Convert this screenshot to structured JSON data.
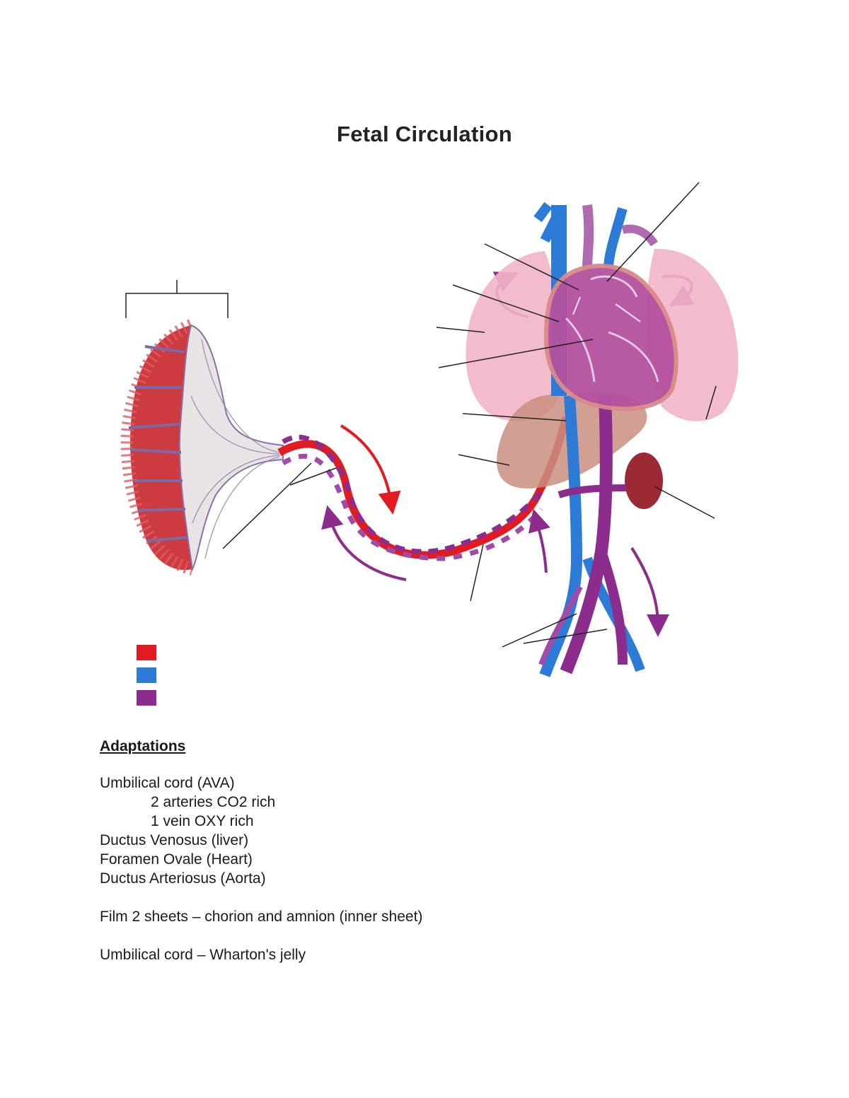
{
  "title": "Fetal Circulation",
  "legend": {
    "swatch_colors": [
      "#e21b22",
      "#2c7bd6",
      "#8c2c8c"
    ]
  },
  "colors": {
    "oxygenated": "#e21b22",
    "deoxygenated": "#2c7bd6",
    "mixed": "#8c2c8c",
    "lung": "#f2b5c8",
    "liver": "#c98f80",
    "placenta_tissue": "#c7262b",
    "heart": "#b5519f"
  },
  "notes": {
    "heading": "Adaptations",
    "umbilical_cord": "Umbilical cord (AVA)",
    "arteries": "2 arteries CO2 rich",
    "vein": "1 vein OXY rich",
    "ductus_venosus": "Ductus Venosus (liver)",
    "foramen_ovale": "Foramen Ovale (Heart)",
    "ductus_arteriosus": "Ductus Arteriosus (Aorta)",
    "film": "Film 2 sheets – chorion and amnion (inner sheet)",
    "jelly": "Umbilical cord – Wharton's jelly"
  }
}
